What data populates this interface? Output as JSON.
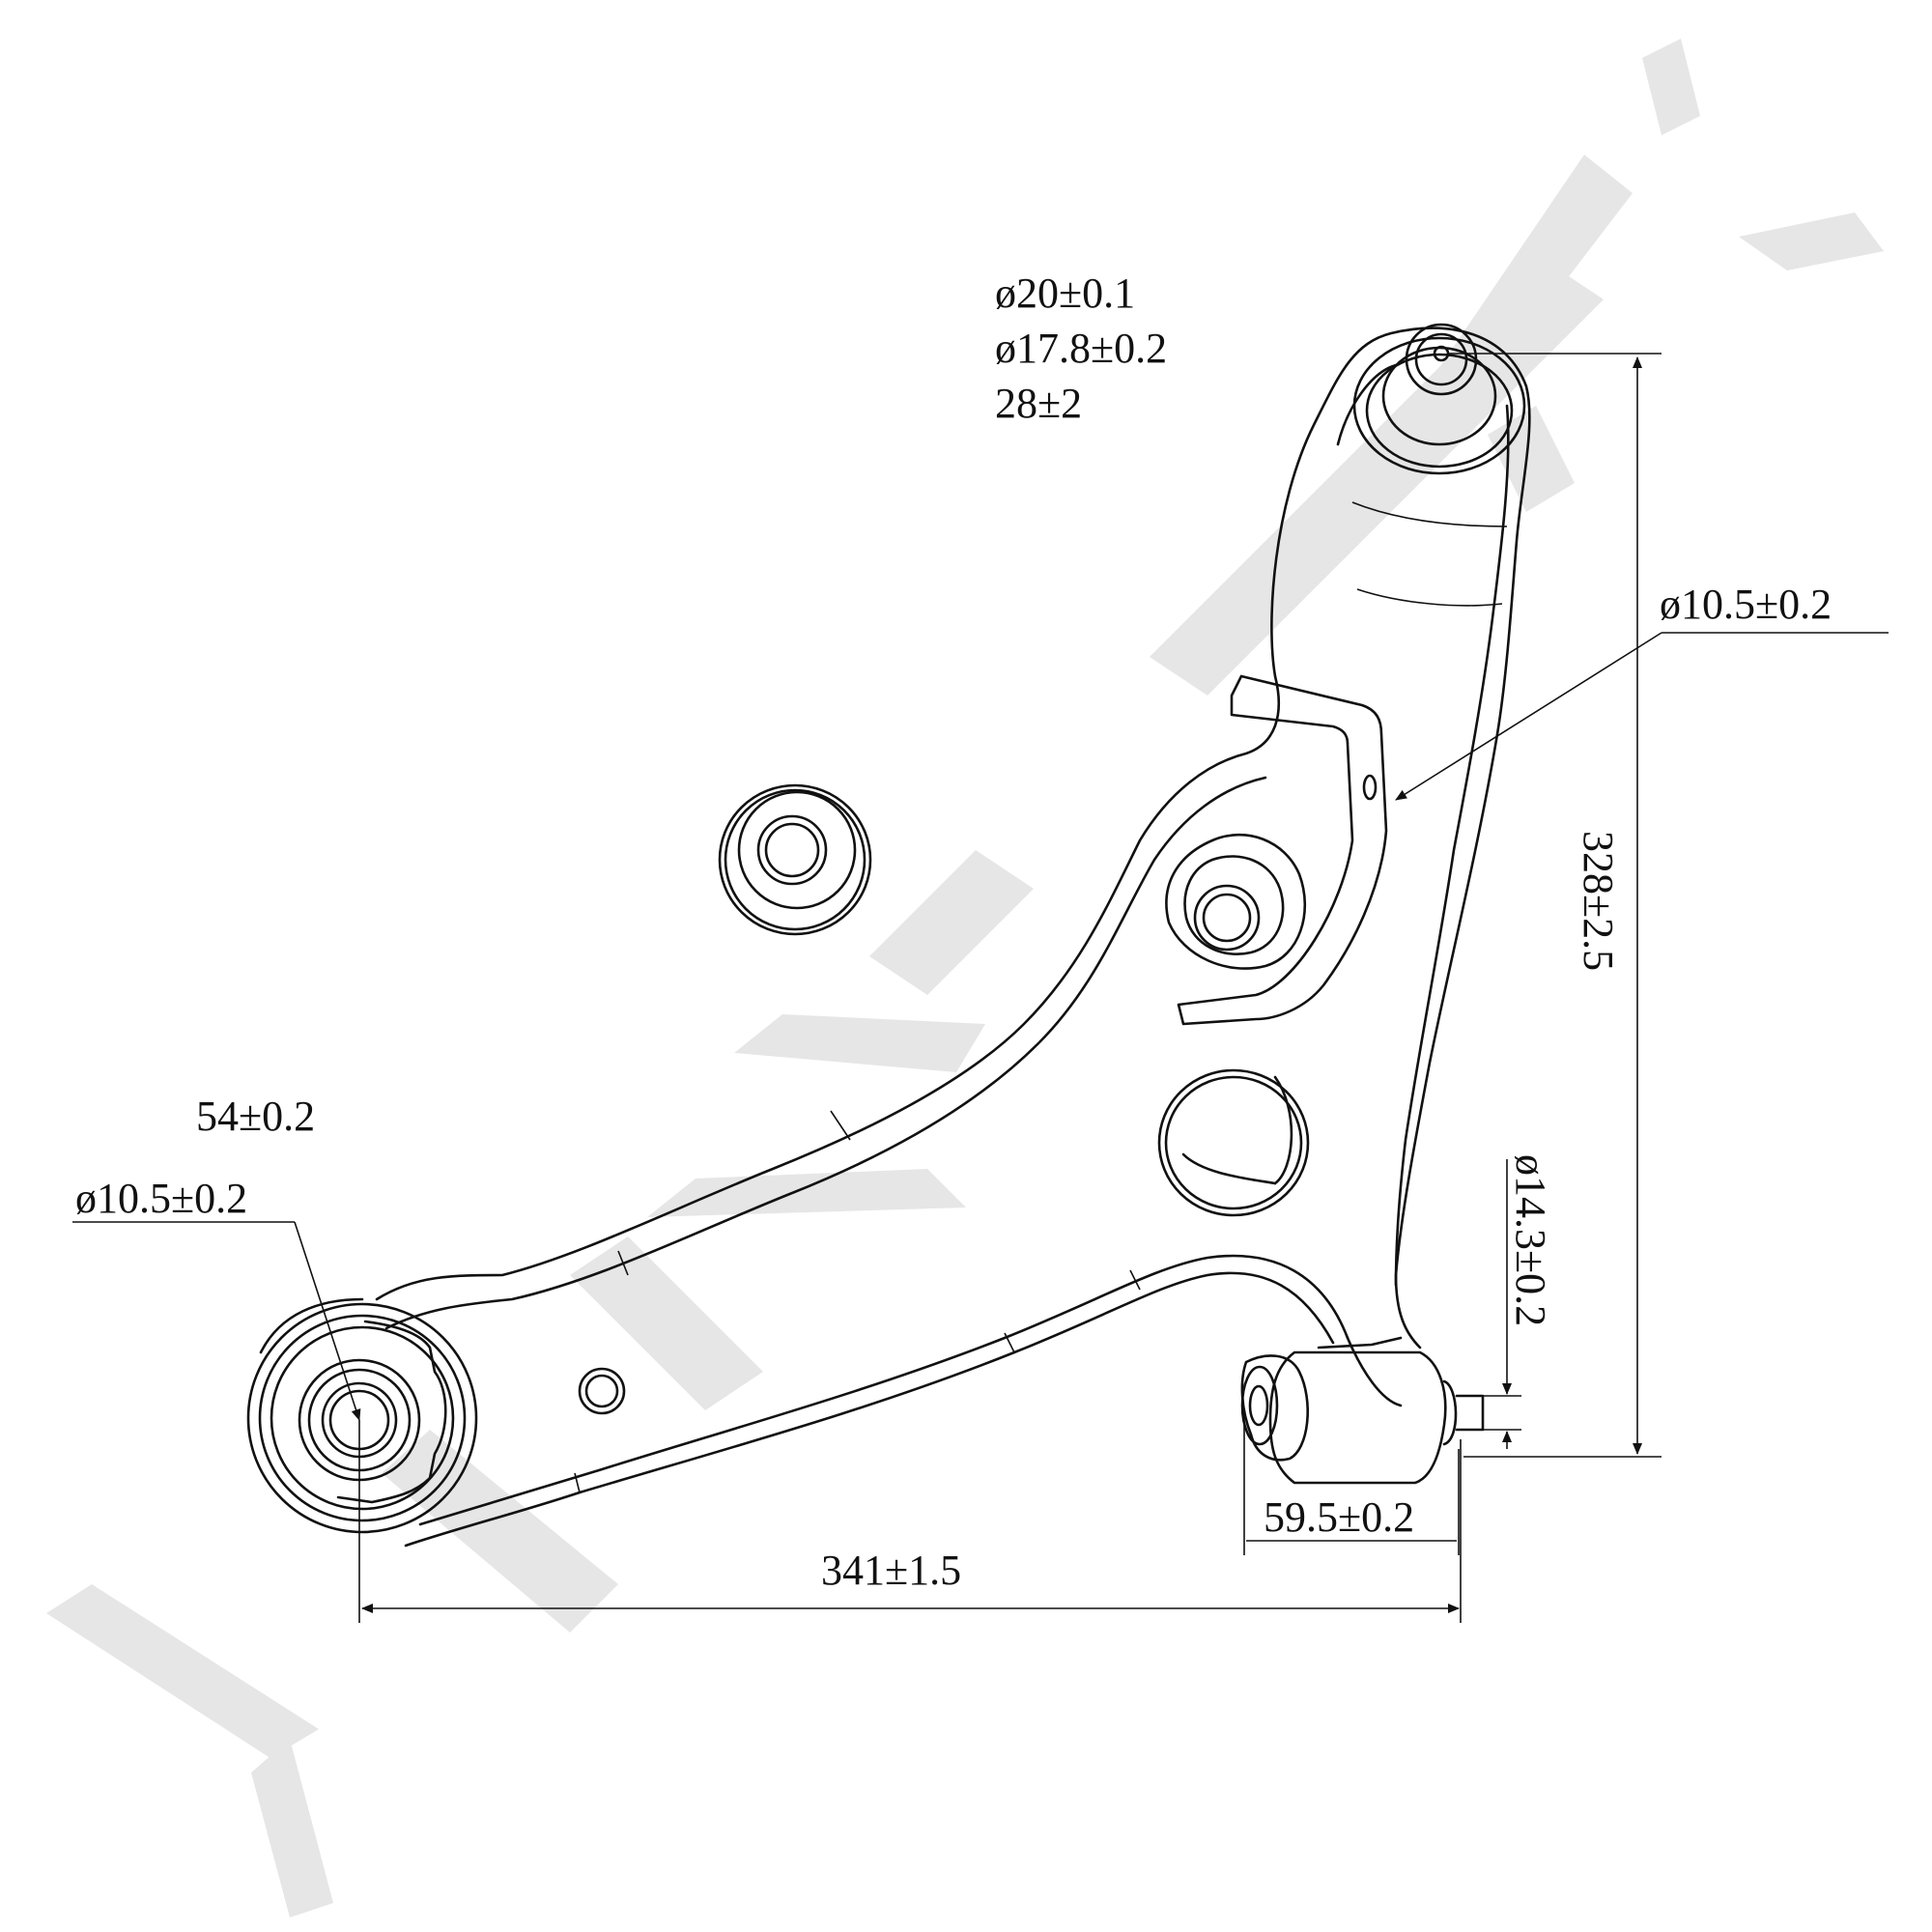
{
  "drawing": {
    "watermark": {
      "text": "",
      "color": "#e6e6e6"
    },
    "ball_joint_callouts": [
      "ø20±0.1",
      "ø17.8±0.2",
      "28±2"
    ],
    "bracket_hole": "ø10.5±0.2",
    "front_bushing_width": "54±0.2",
    "front_bushing_hole": "ø10.5±0.2",
    "rear_bushing_hole": "ø14.3±0.2",
    "rear_bushing_width": "59.5±0.2",
    "overall_length": "341±1.5",
    "overall_height": "328±2.5"
  }
}
